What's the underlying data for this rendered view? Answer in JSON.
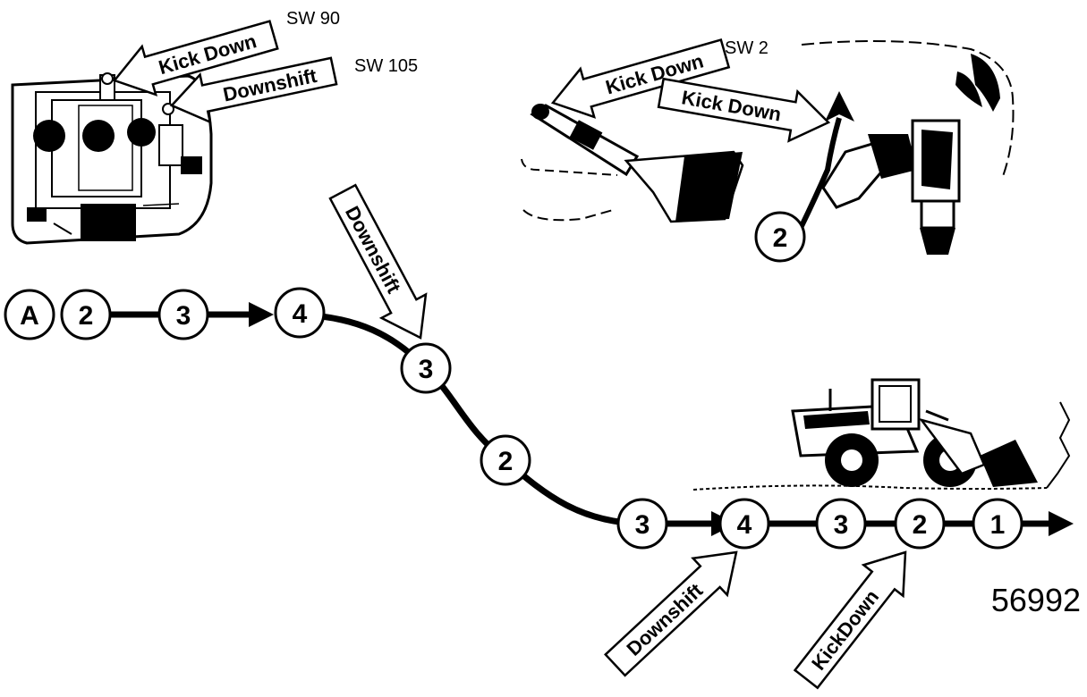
{
  "labels": {
    "sw90": "SW 90",
    "sw105": "SW 105",
    "sw2": "SW 2",
    "figure_number": "56992"
  },
  "arrows": {
    "kick_down_top": "Kick Down",
    "downshift_top": "Downshift",
    "kick_down_lever_left": "Kick Down",
    "kick_down_lever_right": "Kick Down",
    "downshift_mid": "Downshift",
    "downshift_bottom": "Downshift",
    "kickdown_bottom": "KickDown"
  },
  "sequence": {
    "start": "A",
    "nodes": [
      "2",
      "3",
      "4",
      "3",
      "2",
      "3",
      "4",
      "3",
      "2",
      "1"
    ]
  },
  "lever_badge": "2",
  "colors": {
    "ink": "#000000",
    "paper": "#ffffff"
  }
}
